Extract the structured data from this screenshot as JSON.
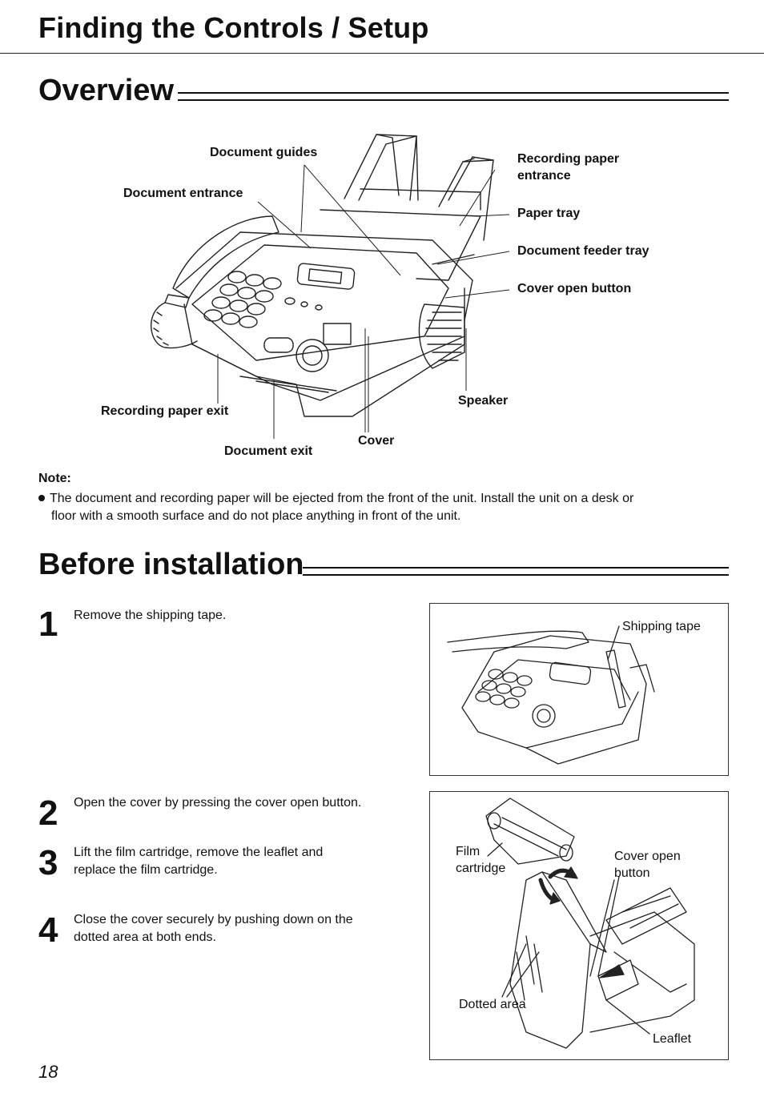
{
  "header": {
    "title": "Finding the Controls / Setup"
  },
  "overview": {
    "title": "Overview",
    "labels": {
      "document_guides": "Document guides",
      "document_entrance": "Document entrance",
      "recording_paper_entrance_1": "Recording paper",
      "recording_paper_entrance_2": "entrance",
      "paper_tray": "Paper tray",
      "document_feeder_tray": "Document feeder tray",
      "cover_open_button": "Cover open button",
      "speaker": "Speaker",
      "recording_paper_exit": "Recording paper exit",
      "cover": "Cover",
      "document_exit": "Document exit"
    },
    "note": {
      "heading": "Note:",
      "line1": "The document and recording paper will be ejected from the front of the unit. Install the unit on a desk or",
      "line2": "floor with a smooth surface and do not place anything in front of the unit."
    }
  },
  "before_installation": {
    "title": "Before installation",
    "steps": [
      {
        "number": "1",
        "lines": [
          "Remove the shipping tape."
        ]
      },
      {
        "number": "2",
        "lines": [
          "Open the cover by pressing the cover open button."
        ]
      },
      {
        "number": "3",
        "lines": [
          "Lift the film cartridge, remove the leaflet and",
          "replace the film cartridge."
        ]
      },
      {
        "number": "4",
        "lines": [
          "Close the cover securely by pushing down on the",
          "dotted area at both ends."
        ]
      }
    ],
    "figure1": {
      "shipping_tape": "Shipping tape"
    },
    "figure2": {
      "film_1": "Film",
      "film_2": "cartridge",
      "cover_open_1": "Cover open",
      "cover_open_2": "button",
      "dotted_area": "Dotted area",
      "leaflet": "Leaflet"
    }
  },
  "footer": {
    "page_number": "18"
  }
}
